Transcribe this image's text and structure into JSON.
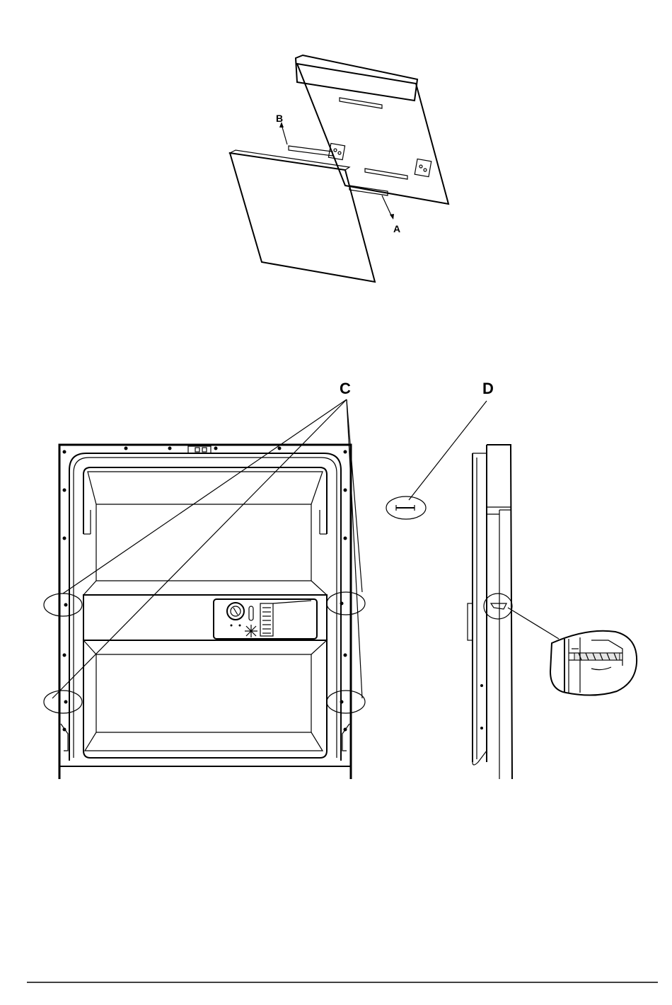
{
  "labels": {
    "a": "A",
    "b": "B",
    "c": "C",
    "d": "D"
  },
  "colors": {
    "ink": "#000000",
    "paper": "#ffffff",
    "shade": "#e6e6e6"
  }
}
